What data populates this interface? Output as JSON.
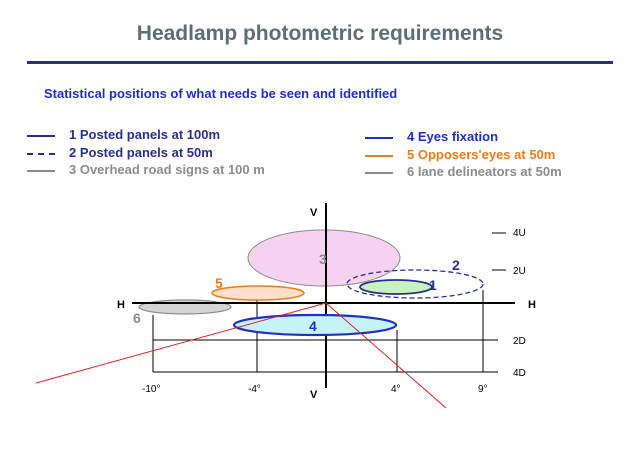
{
  "title": "Headlamp photometric requirements",
  "subtitle": "Statistical positions of what needs be seen and identified",
  "legend": [
    {
      "label": "1 Posted panels at 100m",
      "color": "#2a2f8f",
      "style": "solid"
    },
    {
      "label": "2 Posted panels at  50m",
      "color": "#2a2f8f",
      "style": "dashed"
    },
    {
      "label": "3 Overhead road signs at 100 m",
      "color": "#8c8c8c",
      "style": "solid"
    },
    {
      "label": "4 Eyes fixation",
      "color": "#1f2fc8",
      "style": "solid"
    },
    {
      "label": "5 Opposers'eyes at 50m",
      "color": "#f07a1a",
      "style": "solid"
    },
    {
      "label": "6 lane delineators at  50m",
      "color": "#8c8c8c",
      "style": "solid"
    }
  ],
  "axes": {
    "h": "H",
    "v": "V"
  },
  "x_ticks": [
    "-10°",
    "-4°",
    "4°",
    "9°"
  ],
  "y_ticks": [
    "4U",
    "2U",
    "2D",
    "4D"
  ],
  "regions": [
    {
      "num": "3",
      "color": "#8c8c8c",
      "fill": "#f5d2f0"
    },
    {
      "num": "2",
      "color": "#2a2f8f"
    },
    {
      "num": "1",
      "color": "#2a2f8f",
      "fill": "#c9f2bf"
    },
    {
      "num": "5",
      "color": "#f07a1a",
      "fill": "#fde0cc"
    },
    {
      "num": "6",
      "color": "#8c8c8c",
      "fill": "#d4d4d4"
    },
    {
      "num": "4",
      "color": "#1f2fc8",
      "fill": "#c6f4f6"
    }
  ]
}
